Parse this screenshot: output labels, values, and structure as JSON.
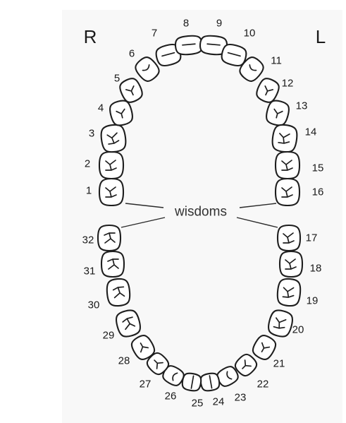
{
  "chart": {
    "side_right": "R",
    "side_left": "L",
    "wisdom_label": "wisdoms",
    "upper_teeth": [
      "1",
      "2",
      "3",
      "4",
      "5",
      "6",
      "7",
      "8",
      "9",
      "10",
      "11",
      "12",
      "13",
      "14",
      "15",
      "16"
    ],
    "lower_teeth": [
      "17",
      "18",
      "19",
      "20",
      "21",
      "22",
      "23",
      "24",
      "25",
      "26",
      "27",
      "28",
      "29",
      "30",
      "31",
      "32"
    ]
  }
}
